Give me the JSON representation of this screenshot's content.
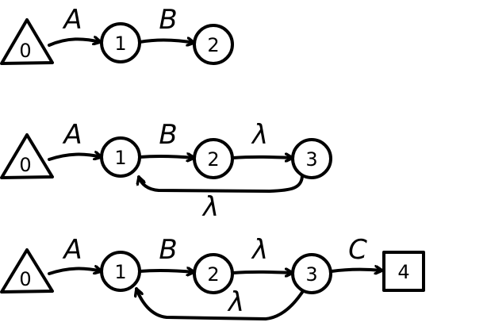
{
  "diagrams": [
    {
      "states": [
        "0",
        "1",
        "2"
      ],
      "edges": [
        "A",
        "B"
      ]
    },
    {
      "states": [
        "0",
        "1",
        "2",
        "3"
      ],
      "edges": [
        "A",
        "B",
        "λ",
        "λ"
      ]
    },
    {
      "states": [
        "0",
        "1",
        "2",
        "3",
        "4"
      ],
      "edges": [
        "A",
        "B",
        "λ",
        "C",
        "λ"
      ]
    }
  ]
}
